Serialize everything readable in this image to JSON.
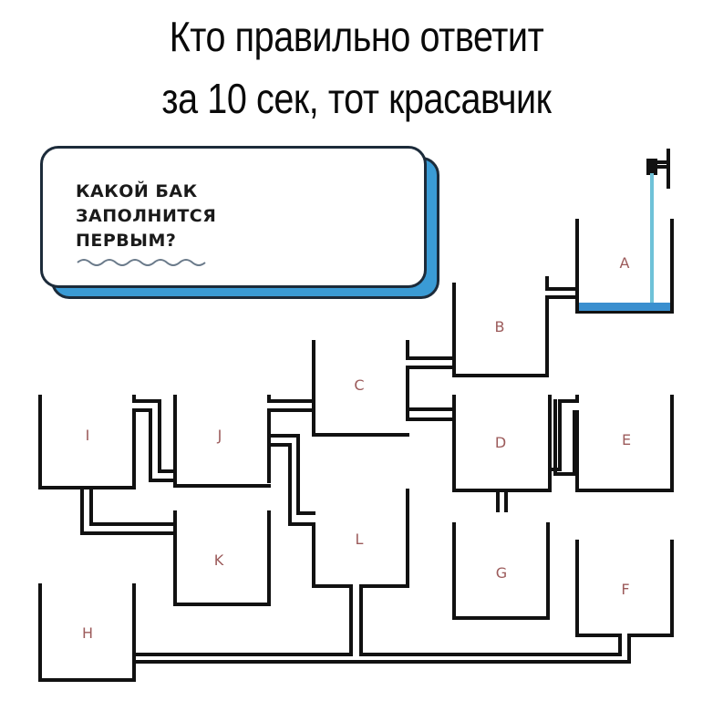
{
  "header": {
    "line1": "Кто правильно ответит",
    "line2": "за 10 сек, тот красавчик"
  },
  "panel": {
    "question": "КАКОЙ БАК\nЗАПОЛНИТСЯ\nПЕРВЫМ?",
    "accent_color": "#3a9bd5"
  },
  "diagram": {
    "water_color": "#3a9bd5",
    "pipe_color": "#111111",
    "faucet_icon": "faucet-icon",
    "tanks": {
      "A": "A",
      "B": "B",
      "C": "C",
      "D": "D",
      "E": "E",
      "F": "F",
      "G": "G",
      "H": "H",
      "I": "I",
      "J": "J",
      "K": "K",
      "L": "L"
    }
  }
}
